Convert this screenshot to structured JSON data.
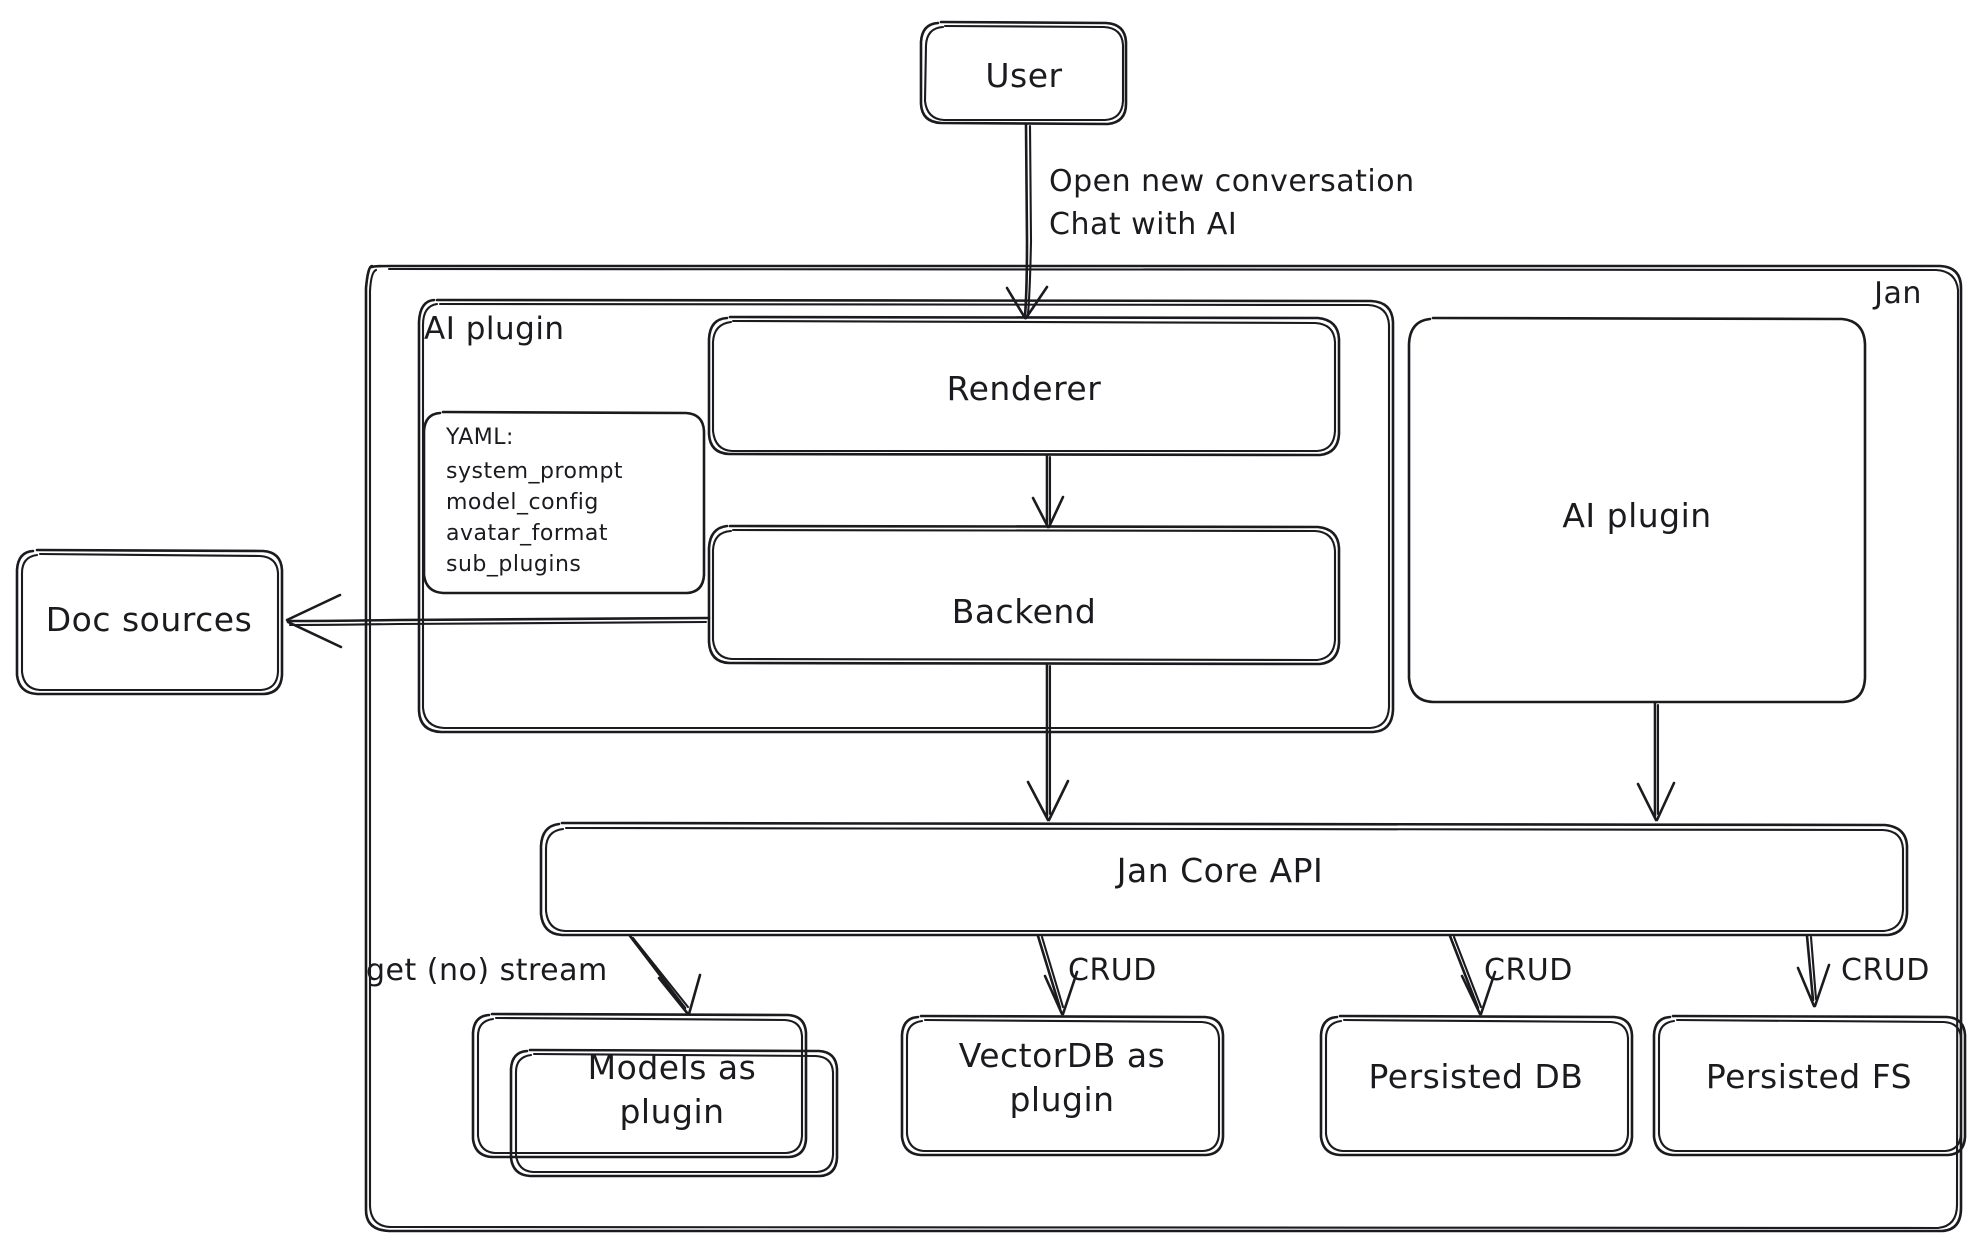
{
  "diagram": {
    "title": "Jan architecture",
    "style": "hand-drawn",
    "stroke_color": "#1b1b1f",
    "background_color": "#ffffff"
  },
  "containers": {
    "jan": {
      "label": "Jan"
    },
    "ai_plugin_group": {
      "label": "AI plugin"
    }
  },
  "nodes": {
    "user": {
      "label": "User"
    },
    "renderer": {
      "label": "Renderer"
    },
    "backend": {
      "label": "Backend"
    },
    "ai_plugin": {
      "label": "AI plugin"
    },
    "doc_sources": {
      "label": "Doc sources"
    },
    "jan_core_api": {
      "label": "Jan Core API"
    },
    "models_plugin": {
      "label": "Models as\nplugin"
    },
    "vectordb_plugin": {
      "label": "VectorDB as\nplugin"
    },
    "persisted_db": {
      "label": "Persisted DB"
    },
    "persisted_fs": {
      "label": "Persisted FS"
    }
  },
  "yaml_note": {
    "header": "YAML:",
    "items": [
      "system_prompt",
      "model_config",
      "avatar_format",
      "sub_plugins"
    ]
  },
  "edges": [
    {
      "from": "user",
      "to": "renderer",
      "label": "Open new conversation\nChat with AI"
    },
    {
      "from": "renderer",
      "to": "backend",
      "label": ""
    },
    {
      "from": "backend",
      "to": "doc_sources",
      "label": ""
    },
    {
      "from": "backend",
      "to": "jan_core_api",
      "label": ""
    },
    {
      "from": "ai_plugin",
      "to": "jan_core_api",
      "label": ""
    },
    {
      "from": "jan_core_api",
      "to": "models_plugin",
      "label": "get (no) stream"
    },
    {
      "from": "jan_core_api",
      "to": "vectordb_plugin",
      "label": "CRUD"
    },
    {
      "from": "jan_core_api",
      "to": "persisted_db",
      "label": "CRUD"
    },
    {
      "from": "jan_core_api",
      "to": "persisted_fs",
      "label": "CRUD"
    }
  ],
  "edge_labels": {
    "user_to_renderer_l1": "Open new conversation",
    "user_to_renderer_l2": "Chat with AI",
    "get_no_stream": "get (no) stream",
    "crud_1": "CRUD",
    "crud_2": "CRUD",
    "crud_3": "CRUD"
  }
}
